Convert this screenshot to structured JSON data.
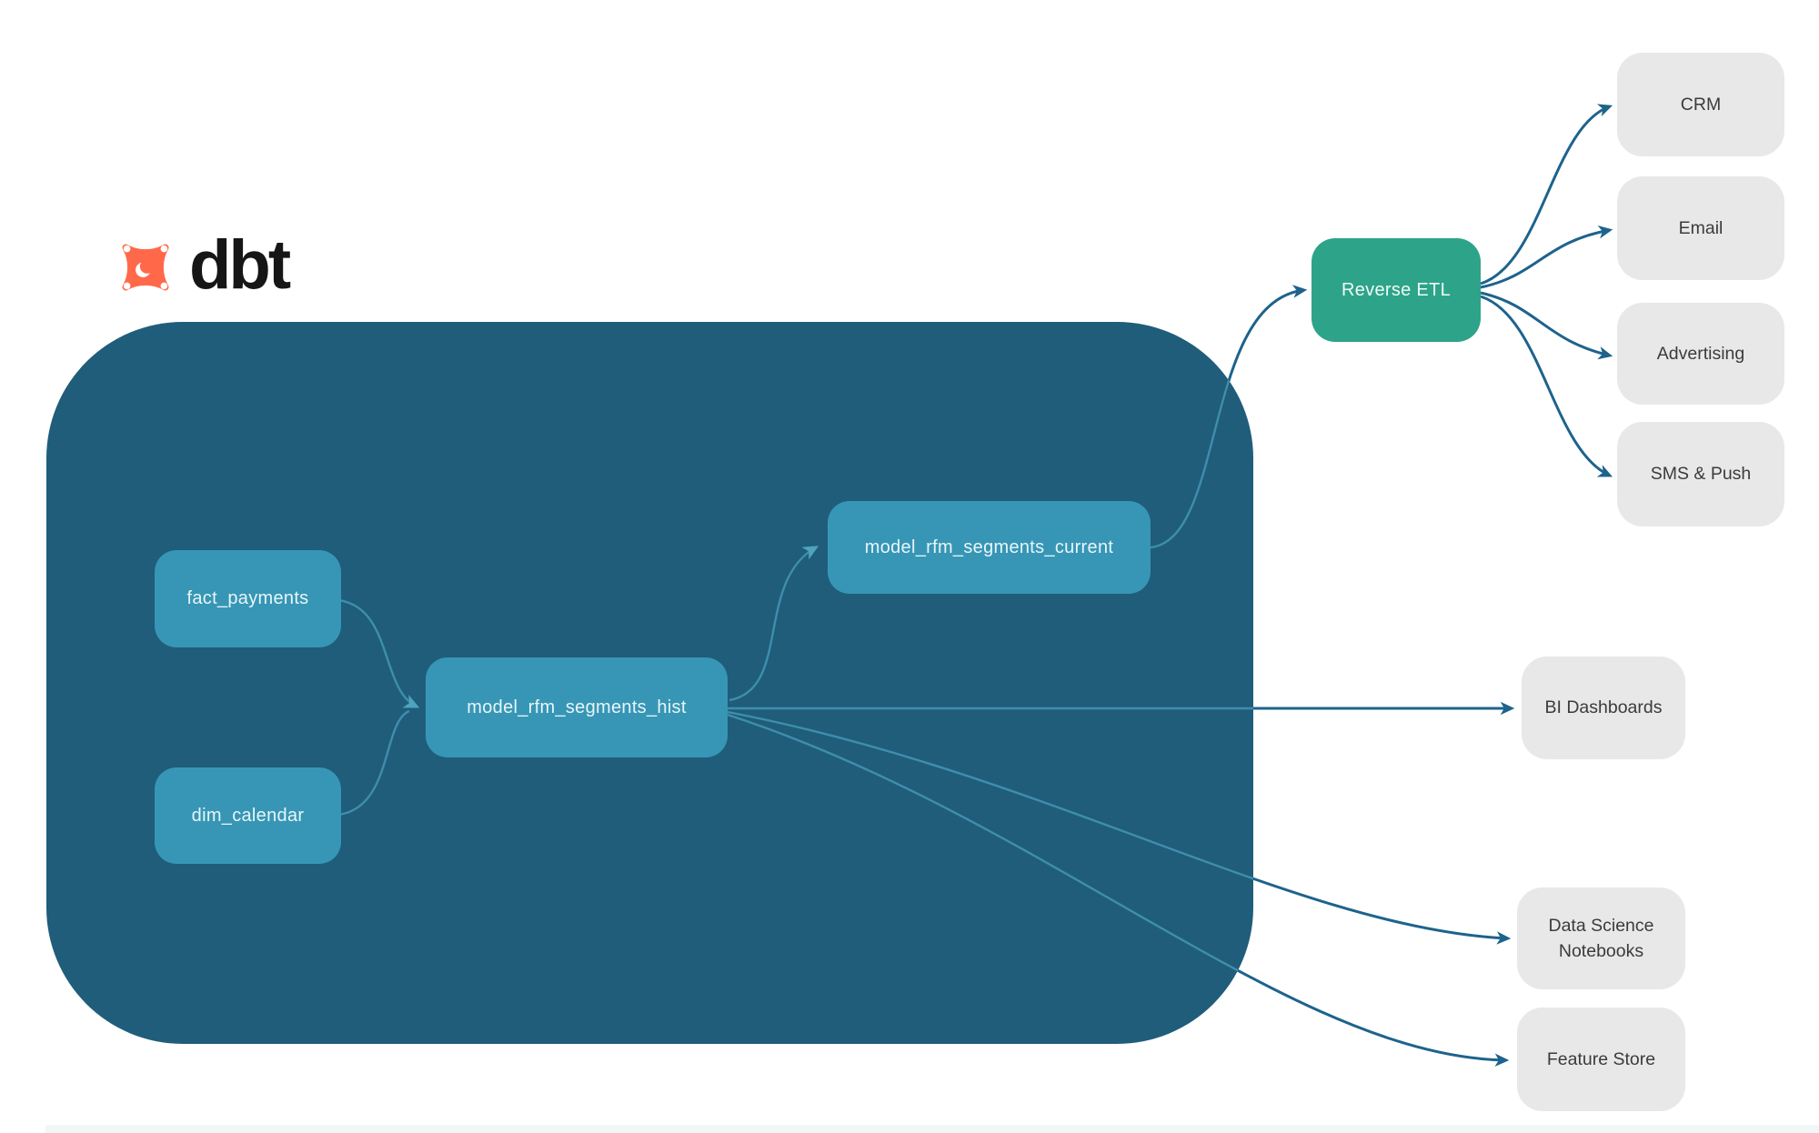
{
  "logo": {
    "wordmark": "dbt"
  },
  "colors": {
    "dbt_orange": "#FF694A",
    "warehouse_background": "#1F5D7B",
    "model_node": "#3796B5",
    "reverse_etl_green": "#2DA489",
    "destination_gray": "#E8E8E8",
    "edge_dark": "#1D638C",
    "edge_light_inside": "#3E8EAC"
  },
  "pipeline": {
    "sources": [
      {
        "id": "fact_payments",
        "label": "fact_payments"
      },
      {
        "id": "dim_calendar",
        "label": "dim_calendar"
      }
    ],
    "models": [
      {
        "id": "model_rfm_segments_hist",
        "label": "model_rfm_segments_hist"
      },
      {
        "id": "model_rfm_segments_current",
        "label": "model_rfm_segments_current"
      }
    ]
  },
  "reverse_etl": {
    "label": "Reverse ETL"
  },
  "destinations": {
    "activation": [
      {
        "label": "CRM"
      },
      {
        "label": "Email"
      },
      {
        "label": "Advertising"
      },
      {
        "label": "SMS & Push"
      }
    ],
    "analytics": [
      {
        "label": "BI Dashboards"
      },
      {
        "label": "Data Science Notebooks"
      },
      {
        "label": "Feature Store"
      }
    ]
  },
  "edges": [
    {
      "from": "fact_payments",
      "to": "model_rfm_segments_hist"
    },
    {
      "from": "dim_calendar",
      "to": "model_rfm_segments_hist"
    },
    {
      "from": "model_rfm_segments_hist",
      "to": "model_rfm_segments_current"
    },
    {
      "from": "model_rfm_segments_current",
      "to": "Reverse ETL"
    },
    {
      "from": "Reverse ETL",
      "to": "CRM"
    },
    {
      "from": "Reverse ETL",
      "to": "Email"
    },
    {
      "from": "Reverse ETL",
      "to": "Advertising"
    },
    {
      "from": "Reverse ETL",
      "to": "SMS & Push"
    },
    {
      "from": "model_rfm_segments_hist",
      "to": "BI Dashboards"
    },
    {
      "from": "model_rfm_segments_hist",
      "to": "Data Science Notebooks"
    },
    {
      "from": "model_rfm_segments_hist",
      "to": "Feature Store"
    }
  ]
}
